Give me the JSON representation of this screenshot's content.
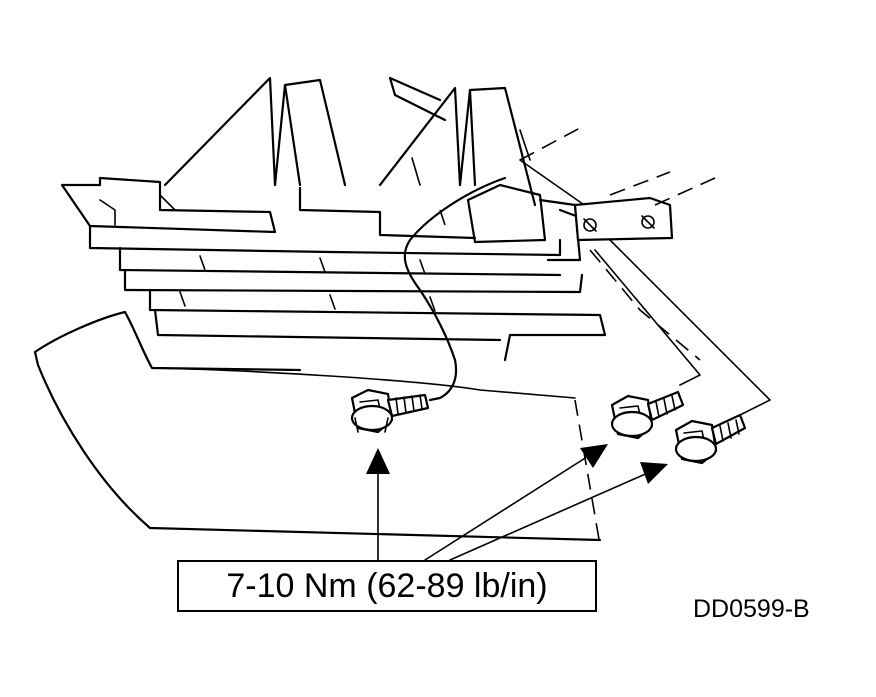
{
  "labels": {
    "torque_spec": "7-10 Nm (62-89 lb/in)",
    "figure_code": "DD0599-B"
  },
  "parts": {
    "bolt_count": 3
  }
}
